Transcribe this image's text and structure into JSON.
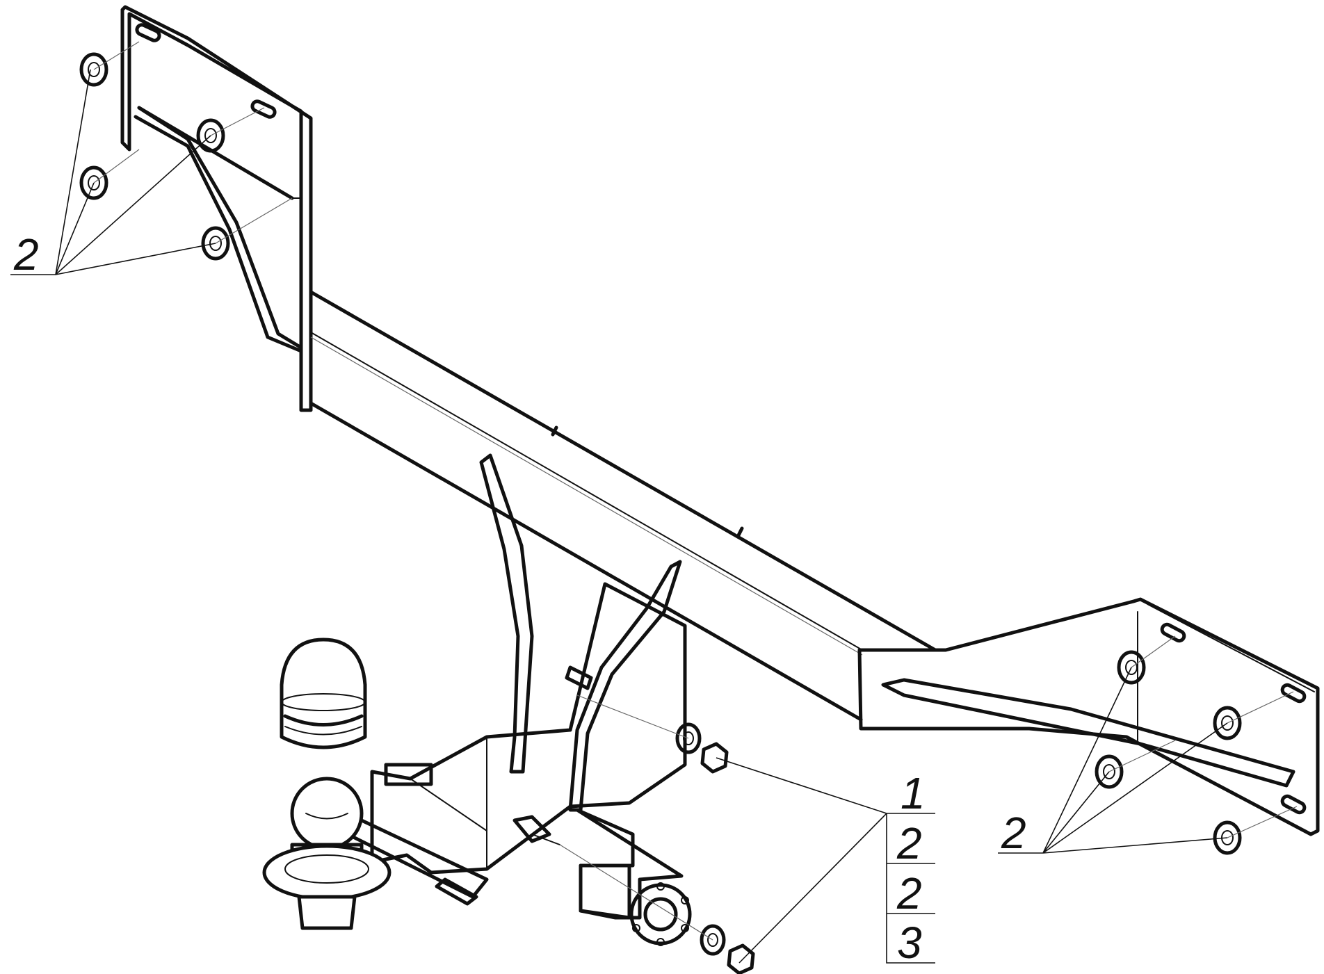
{
  "labels": {
    "washers_top_left": "2",
    "washers_right": "2",
    "part_1": "1",
    "part_2a": "2",
    "part_2b": "2",
    "part_3": "3"
  }
}
